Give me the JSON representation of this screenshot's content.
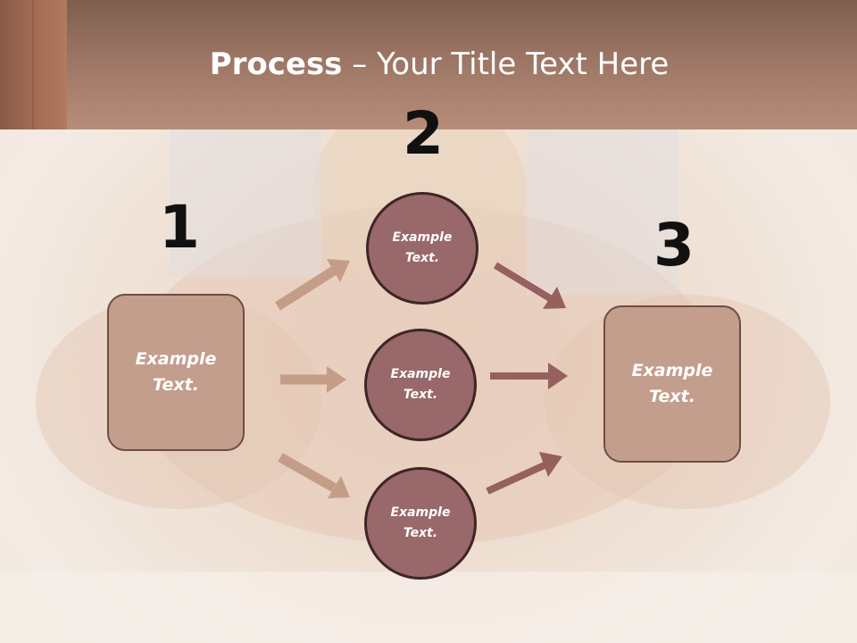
{
  "title": {
    "bold": "Process",
    "rest": " – Your Title Text Here"
  },
  "steps": {
    "one": "1",
    "two": "2",
    "three": "3"
  },
  "left_box": {
    "line1": "Example",
    "line2": "Text."
  },
  "right_box": {
    "line1": "Example",
    "line2": "Text."
  },
  "circles": [
    {
      "line1": "Example",
      "line2": "Text."
    },
    {
      "line1": "Example",
      "line2": "Text."
    },
    {
      "line1": "Example",
      "line2": "Text."
    }
  ],
  "colors": {
    "left_arrows": "#c49d88",
    "right_arrows": "#96605e",
    "header": "#a47d6b",
    "circle_fill": "#98686a",
    "box_fill": "#c39e8c"
  }
}
